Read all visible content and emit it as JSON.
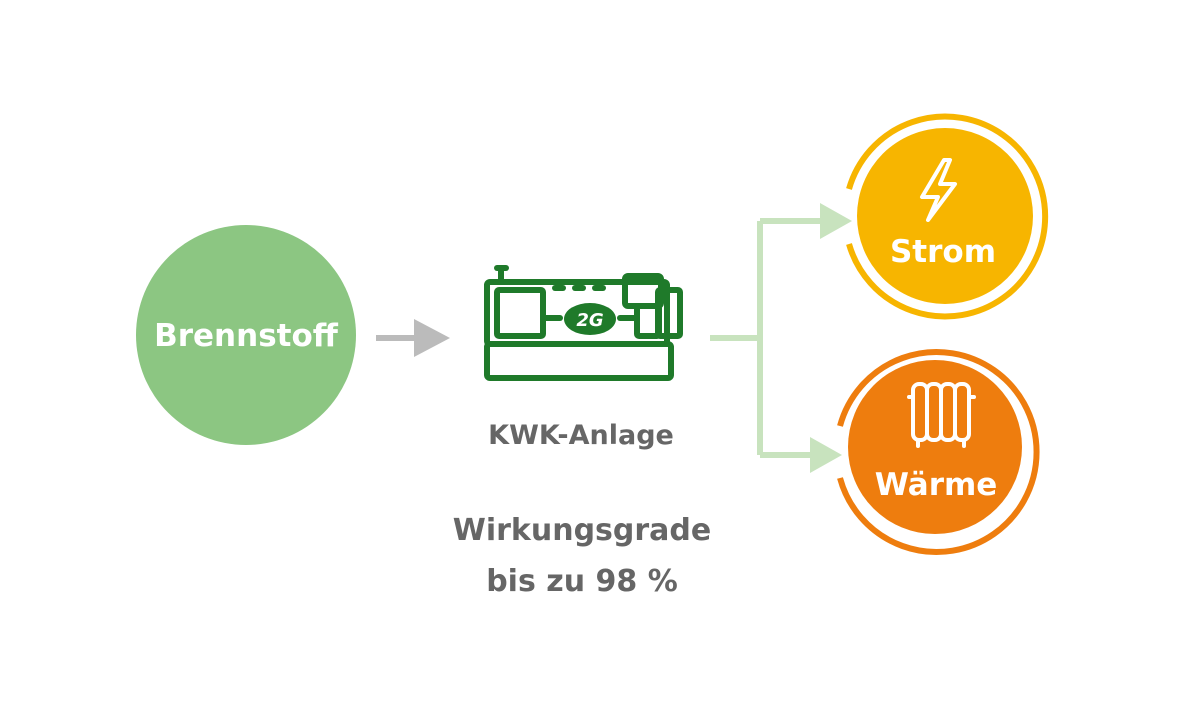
{
  "nodes": {
    "fuel": {
      "label": "Brennstoff"
    },
    "chp": {
      "label": "KWK-Anlage",
      "logo_text": "2G"
    },
    "power": {
      "label": "Strom",
      "icon": "lightning-bolt-icon"
    },
    "heat": {
      "label": "Wärme",
      "icon": "radiator-icon"
    }
  },
  "efficiency": {
    "line1": "Wirkungsgrade",
    "line2": "bis zu 98 %"
  },
  "colors": {
    "fuel_green": "#8CC682",
    "chp_green": "#1F7A2A",
    "arrow_gray": "#BBBBBB",
    "branch_green": "#C8E3BE",
    "power_yellow": "#F7B500",
    "heat_orange": "#EE7D0E",
    "label_gray": "#666666"
  }
}
